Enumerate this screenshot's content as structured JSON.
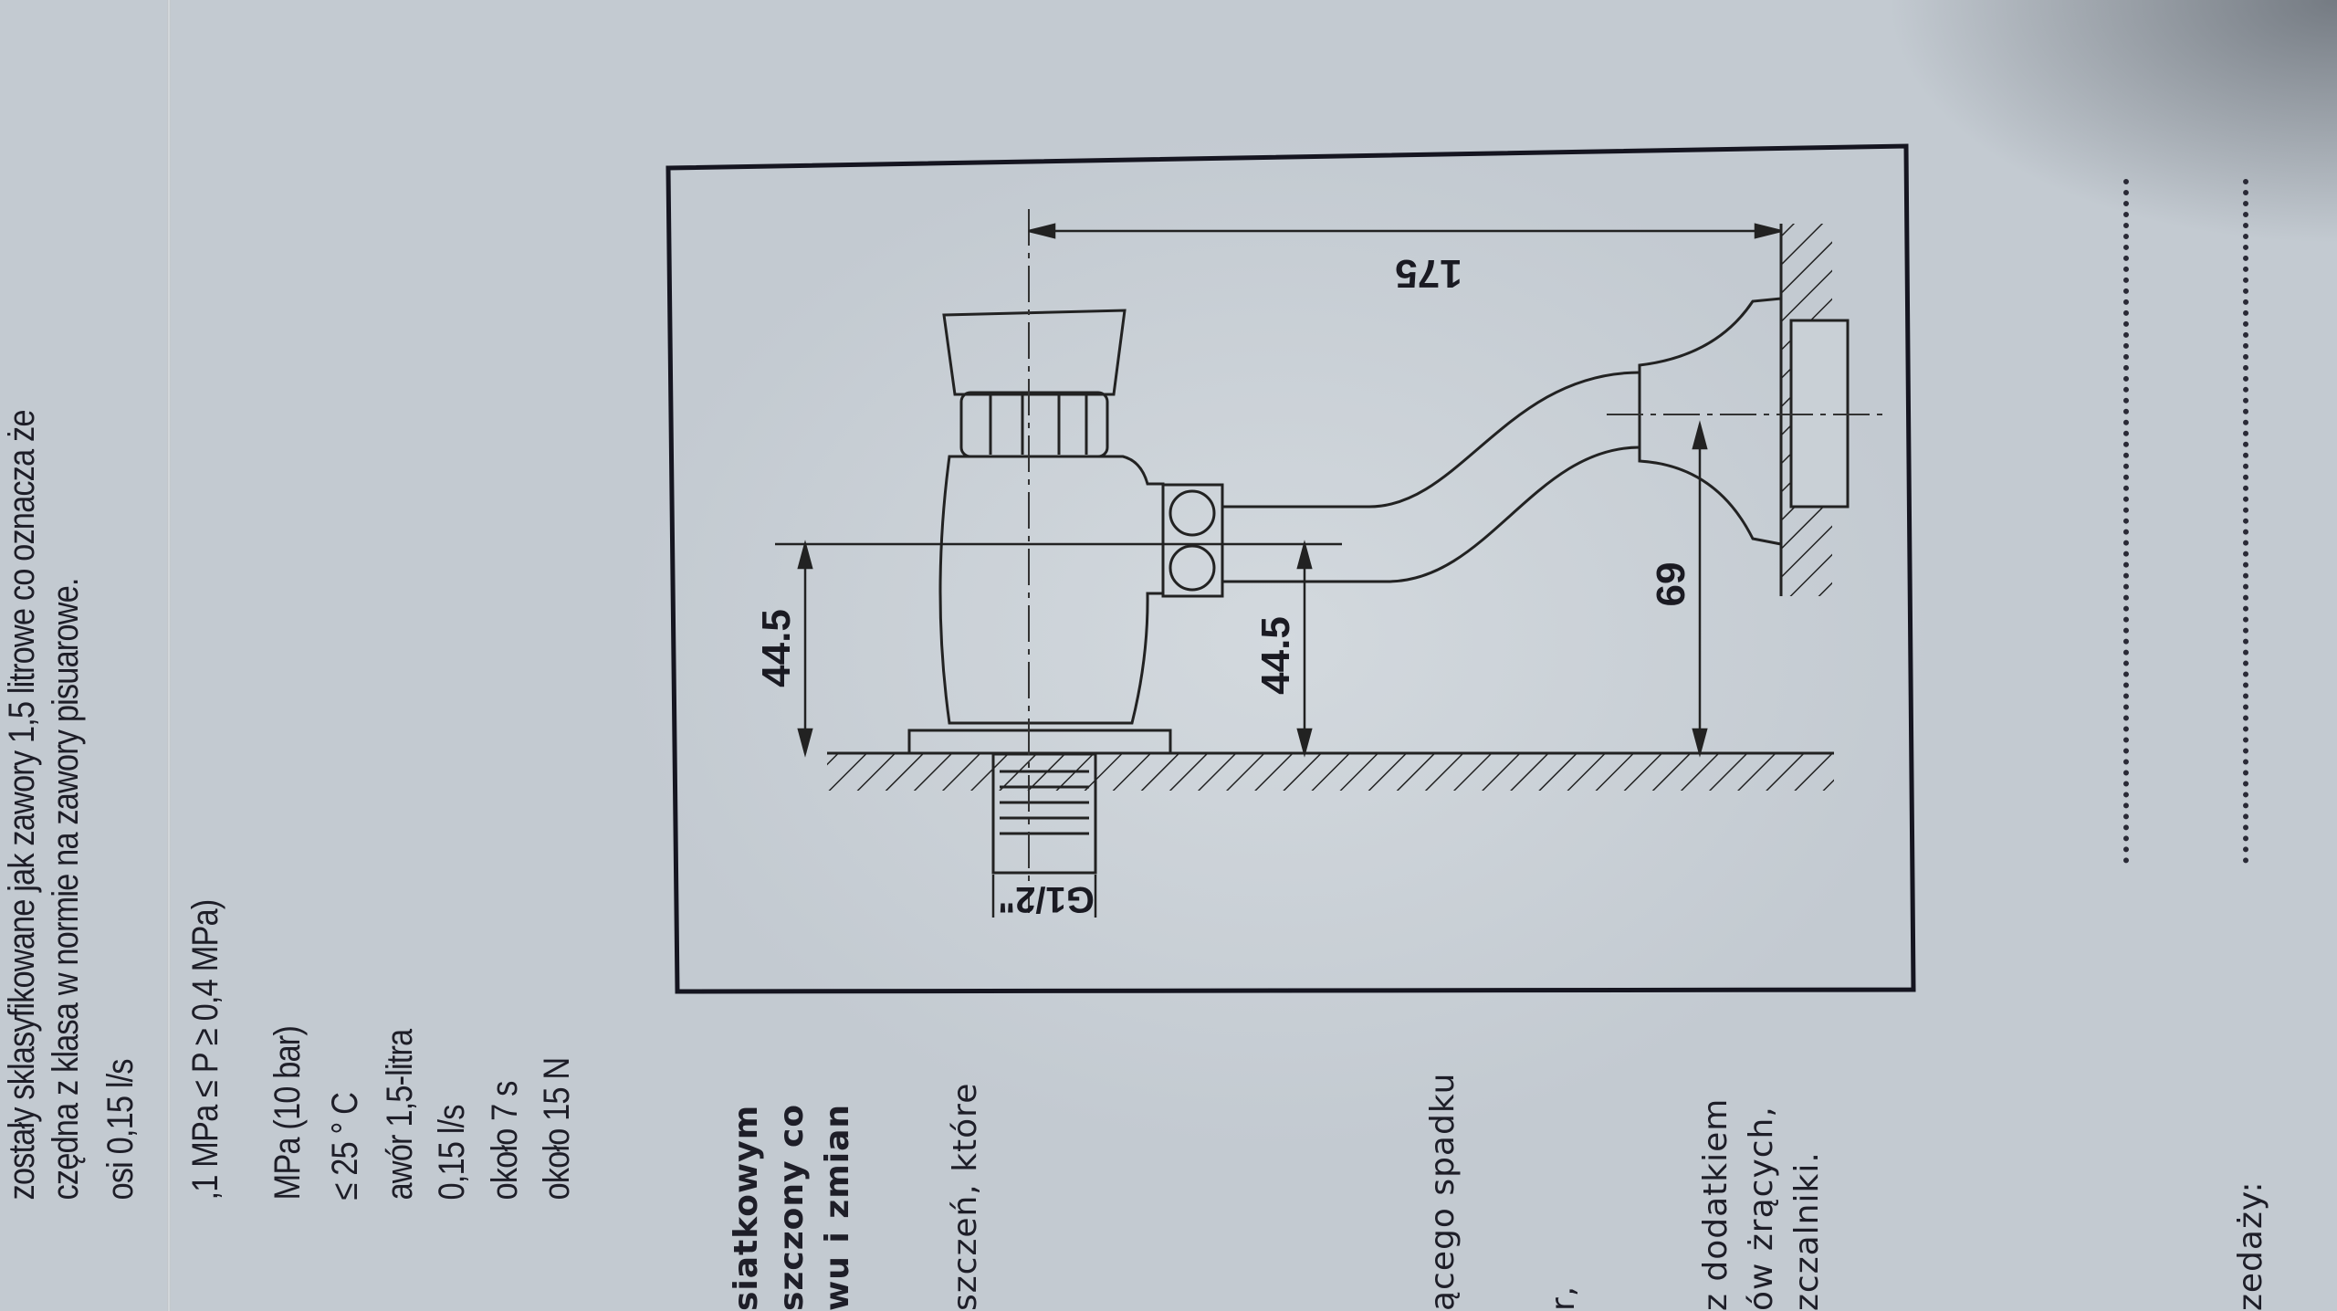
{
  "intro": {
    "lines": [
      "zostały sklasyfikowane jak zawory 1,5 litrowe co oznacza że",
      "czędna z klasa w normie na zawory pisuarowe.",
      "osi 0,15 l/s"
    ]
  },
  "specs": {
    "lines": [
      ",1 MPa ≤ P ≥ 0,4 MPa)",
      "MPa  (10 bar)",
      "≤ 25 ° C",
      "awór 1,5-litra",
      "0,15 l/s",
      "około 7 s",
      "około 15 N"
    ]
  },
  "notes": {
    "bold_lines": [
      "siatkowym",
      "szczony co",
      "wu i zmian"
    ],
    "line_ktore": "szczeń,  które",
    "line_spadku": "ącego spadku",
    "line_r": "r,",
    "lines_chem": [
      "z dodatkiem",
      "ów  żrących,",
      "zczalniki."
    ],
    "line_sale": "zedaży:"
  },
  "drawing": {
    "dim_width": "175",
    "dim_left_height": "44.5",
    "dim_mid_height": "44.5",
    "dim_pipe_height": "69",
    "thread_label": "G1/2\""
  }
}
